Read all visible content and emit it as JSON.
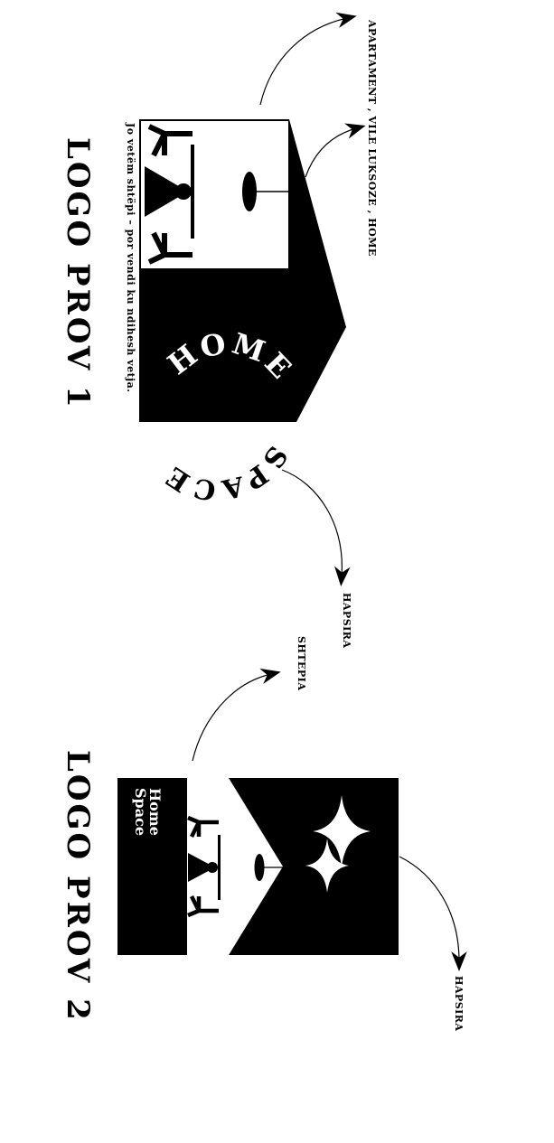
{
  "logo1": {
    "title": "LOGO PROV 1",
    "tagline": "Jo vetëm shtëpi – por vendi ku ndihesh vetja.",
    "word_home": "HOME",
    "word_space": "SPACE",
    "note_top": "APARTAMENT , VILE LUKSOZE , HOME",
    "note_bottom": "HAPSIRA"
  },
  "logo2": {
    "title": "LOGO PROV 2",
    "badge_line1": "Home",
    "badge_line2": "Space",
    "note_top": "SHTEPIA",
    "note_bottom": "HAPSIRA"
  },
  "colors": {
    "ink": "#000000",
    "paper": "#ffffff"
  },
  "icons": [
    "chair-icon",
    "table-icon",
    "lamp-icon",
    "sparkle-icon",
    "arrow-icon"
  ]
}
